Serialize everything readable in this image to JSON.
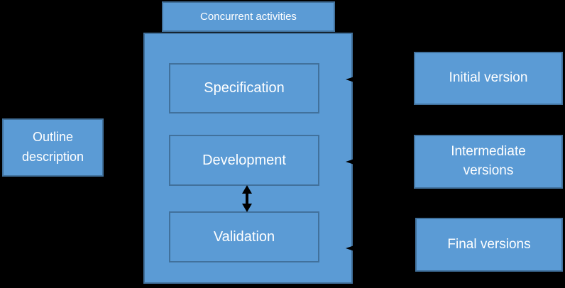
{
  "colors": {
    "background": "#000000",
    "box-fill": "#5B9BD5",
    "box-border": "#41719C",
    "text-color": "#FFFFFF",
    "arrow-color": "#000000"
  },
  "diagram": {
    "header": {
      "label": "Concurrent activities"
    },
    "activities": [
      {
        "label": "Specification"
      },
      {
        "label": "Development"
      },
      {
        "label": "Validation"
      }
    ],
    "outline": {
      "label": "Outline description"
    },
    "versions": [
      {
        "label": "Initial version"
      },
      {
        "label": "Intermediate versions"
      },
      {
        "label": "Final versions"
      }
    ]
  }
}
